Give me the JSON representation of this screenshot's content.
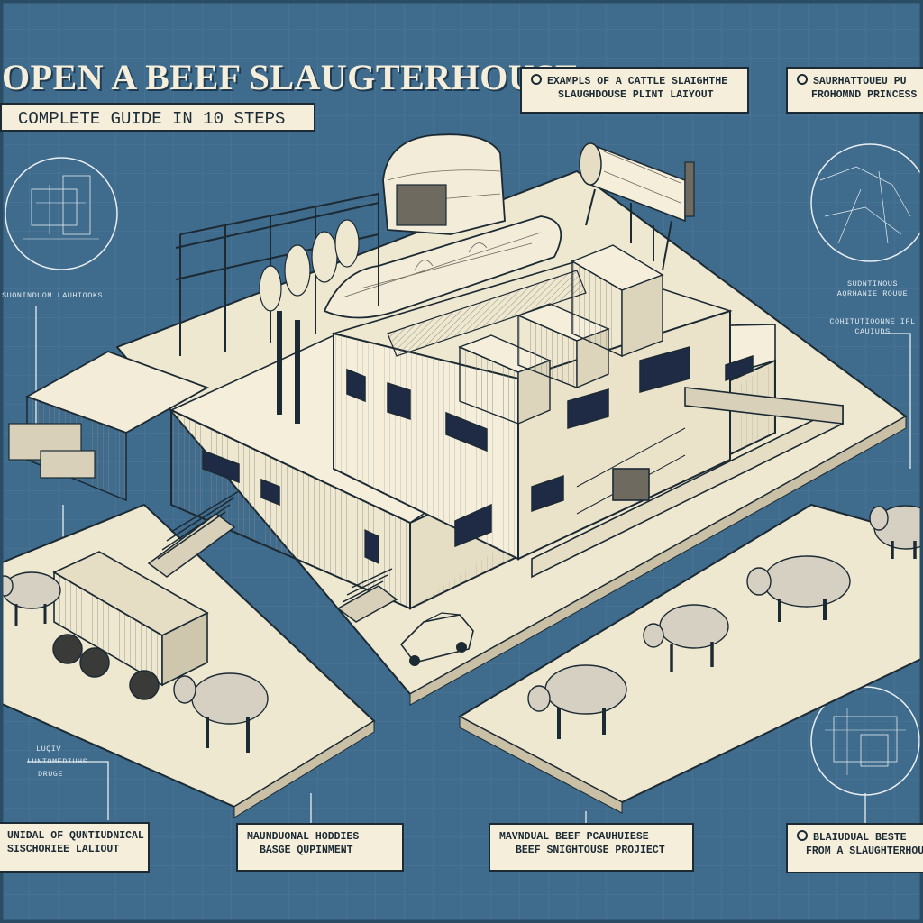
{
  "title": "OPEN A BEEF SLAUGTERHOUSE",
  "subtitle": "COMPLETE GUIDE  IN  10  STEPS",
  "callouts": {
    "top_middle": {
      "line1": "EXAMPLS OF A CATTLE SLAIGHTHE",
      "line2": "SLAUGHDOUSE PLINT LAIYOUT"
    },
    "top_right": {
      "line1": "SAURHATTOUEU PU",
      "line2": "FROHOMND PRINCESS"
    },
    "bottom_1": {
      "line1": "UNIDAL OF QUNTIUDNICAL",
      "line2": "SISCHORIEE LALIOUT"
    },
    "bottom_2": {
      "line1": "MAUNDUONAL HODDIES",
      "line2": "BASGE QUPINMENT"
    },
    "bottom_3": {
      "line1": "MAVNDUAL BEEF PCAUHUIESE",
      "line2": "BEEF SNIGHTOUSE PROJIECT"
    },
    "bottom_4": {
      "line1": "BLAIUDUAL BESTE",
      "line2": "FROM A SLAUGHTERHOUSE"
    }
  },
  "blueprint_notes": {
    "left_mid": "SUONINDUOM LAUHIOOKS",
    "right_mid_1": "SUDNTINOUS AQRHANIE ROUUE",
    "right_mid_2": "COHITUTIOONNE IFL CAUIUDS",
    "left_low_1": "LUQIV",
    "left_low_2": "LUNTOMEDIUHS",
    "left_low_3": "DRUGE"
  }
}
